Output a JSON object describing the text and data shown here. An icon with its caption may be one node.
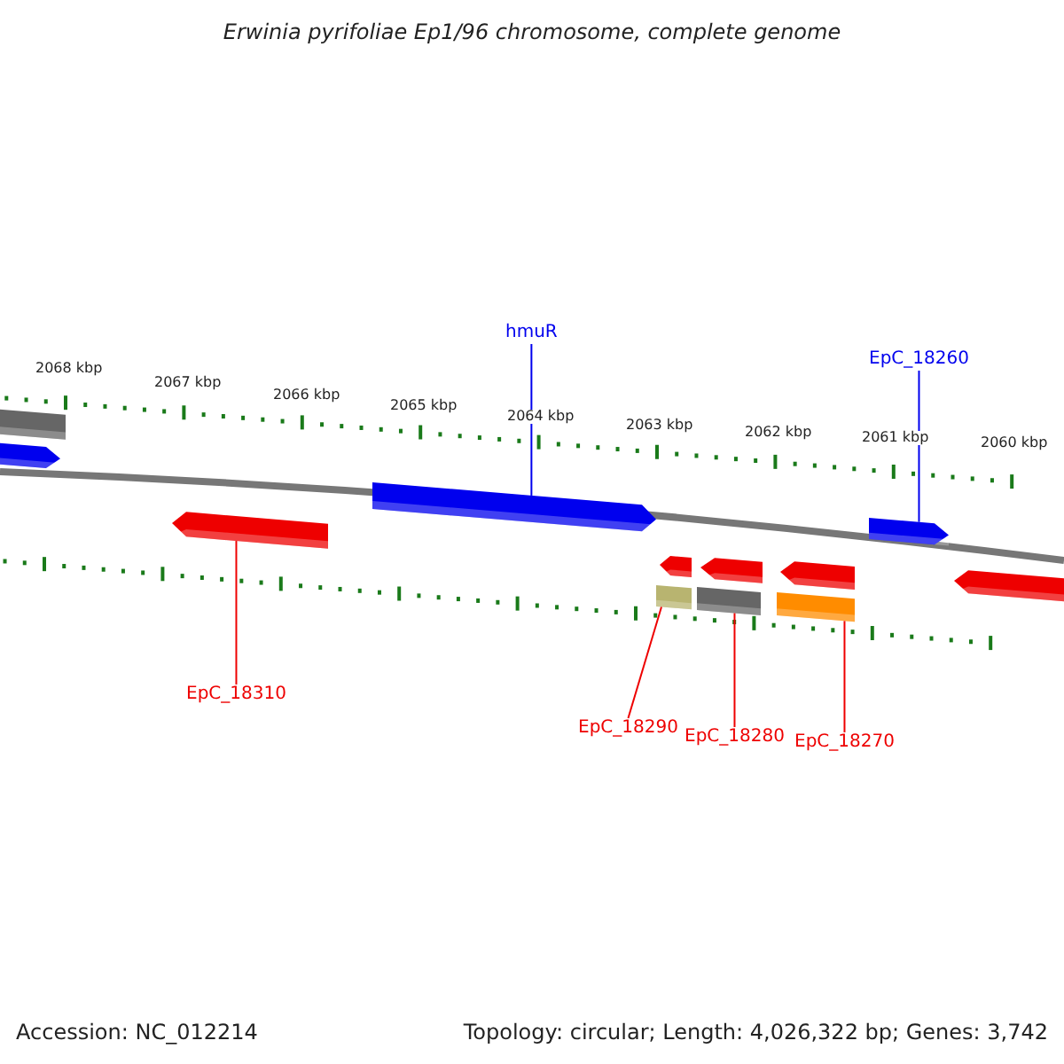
{
  "diagram": {
    "title": "Erwinia pyrifoliae Ep1/96 chromosome, complete genome",
    "nodes": [
      {
        "text": [
          "hmuR"
        ]
      },
      {
        "text": [
          "EpC_18260"
        ]
      },
      {
        "text": [
          "EpC_18310"
        ]
      },
      {
        "text": [
          "EpC_18290"
        ]
      },
      {
        "text": [
          "EpC_18280"
        ]
      },
      {
        "text": [
          "EpC_18270"
        ]
      },
      {
        "text": [],
        "shape": "bar"
      },
      {
        "text": [],
        "shape": "bar"
      },
      {
        "text": [],
        "shape": "bar"
      },
      {
        "text": [],
        "shape": "bar"
      },
      {
        "text": [],
        "shape": "bar"
      },
      {
        "text": [],
        "shape": "bar"
      },
      {
        "text": [],
        "shape": "bar"
      },
      {
        "text": [],
        "shape": "bar"
      },
      {
        "text": [],
        "shape": "bar"
      },
      {
        "text": [],
        "shape": "bar"
      },
      {
        "text": [],
        "shape": "bar"
      },
      {
        "text": [],
        "shape": "bar"
      }
    ],
    "edges": [
      {
        "from": 0,
        "to": 9,
        "arrow": "none",
        "color": "#0000ee"
      },
      {
        "from": 1,
        "to": 16,
        "arrow": "none",
        "color": "#0000ee"
      },
      {
        "from": 2,
        "to": 8,
        "arrow": "none"
      },
      {
        "from": 3,
        "to": 10,
        "arrow": "none"
      },
      {
        "from": 4,
        "to": 12,
        "arrow": "none"
      },
      {
        "from": 5,
        "to": 14,
        "arrow": "none"
      }
    ],
    "labels": [
      "2068 kbp",
      "2067 kbp",
      "2066 kbp",
      "2065 kbp",
      "2064 kbp",
      "2063 kbp",
      "2062 kbp",
      "2061 kbp",
      "2060 kbp",
      "Accession: NC_012214",
      "Topology: circular; Length: 4,026,322 bp; Genes: 3,742"
    ]
  }
}
